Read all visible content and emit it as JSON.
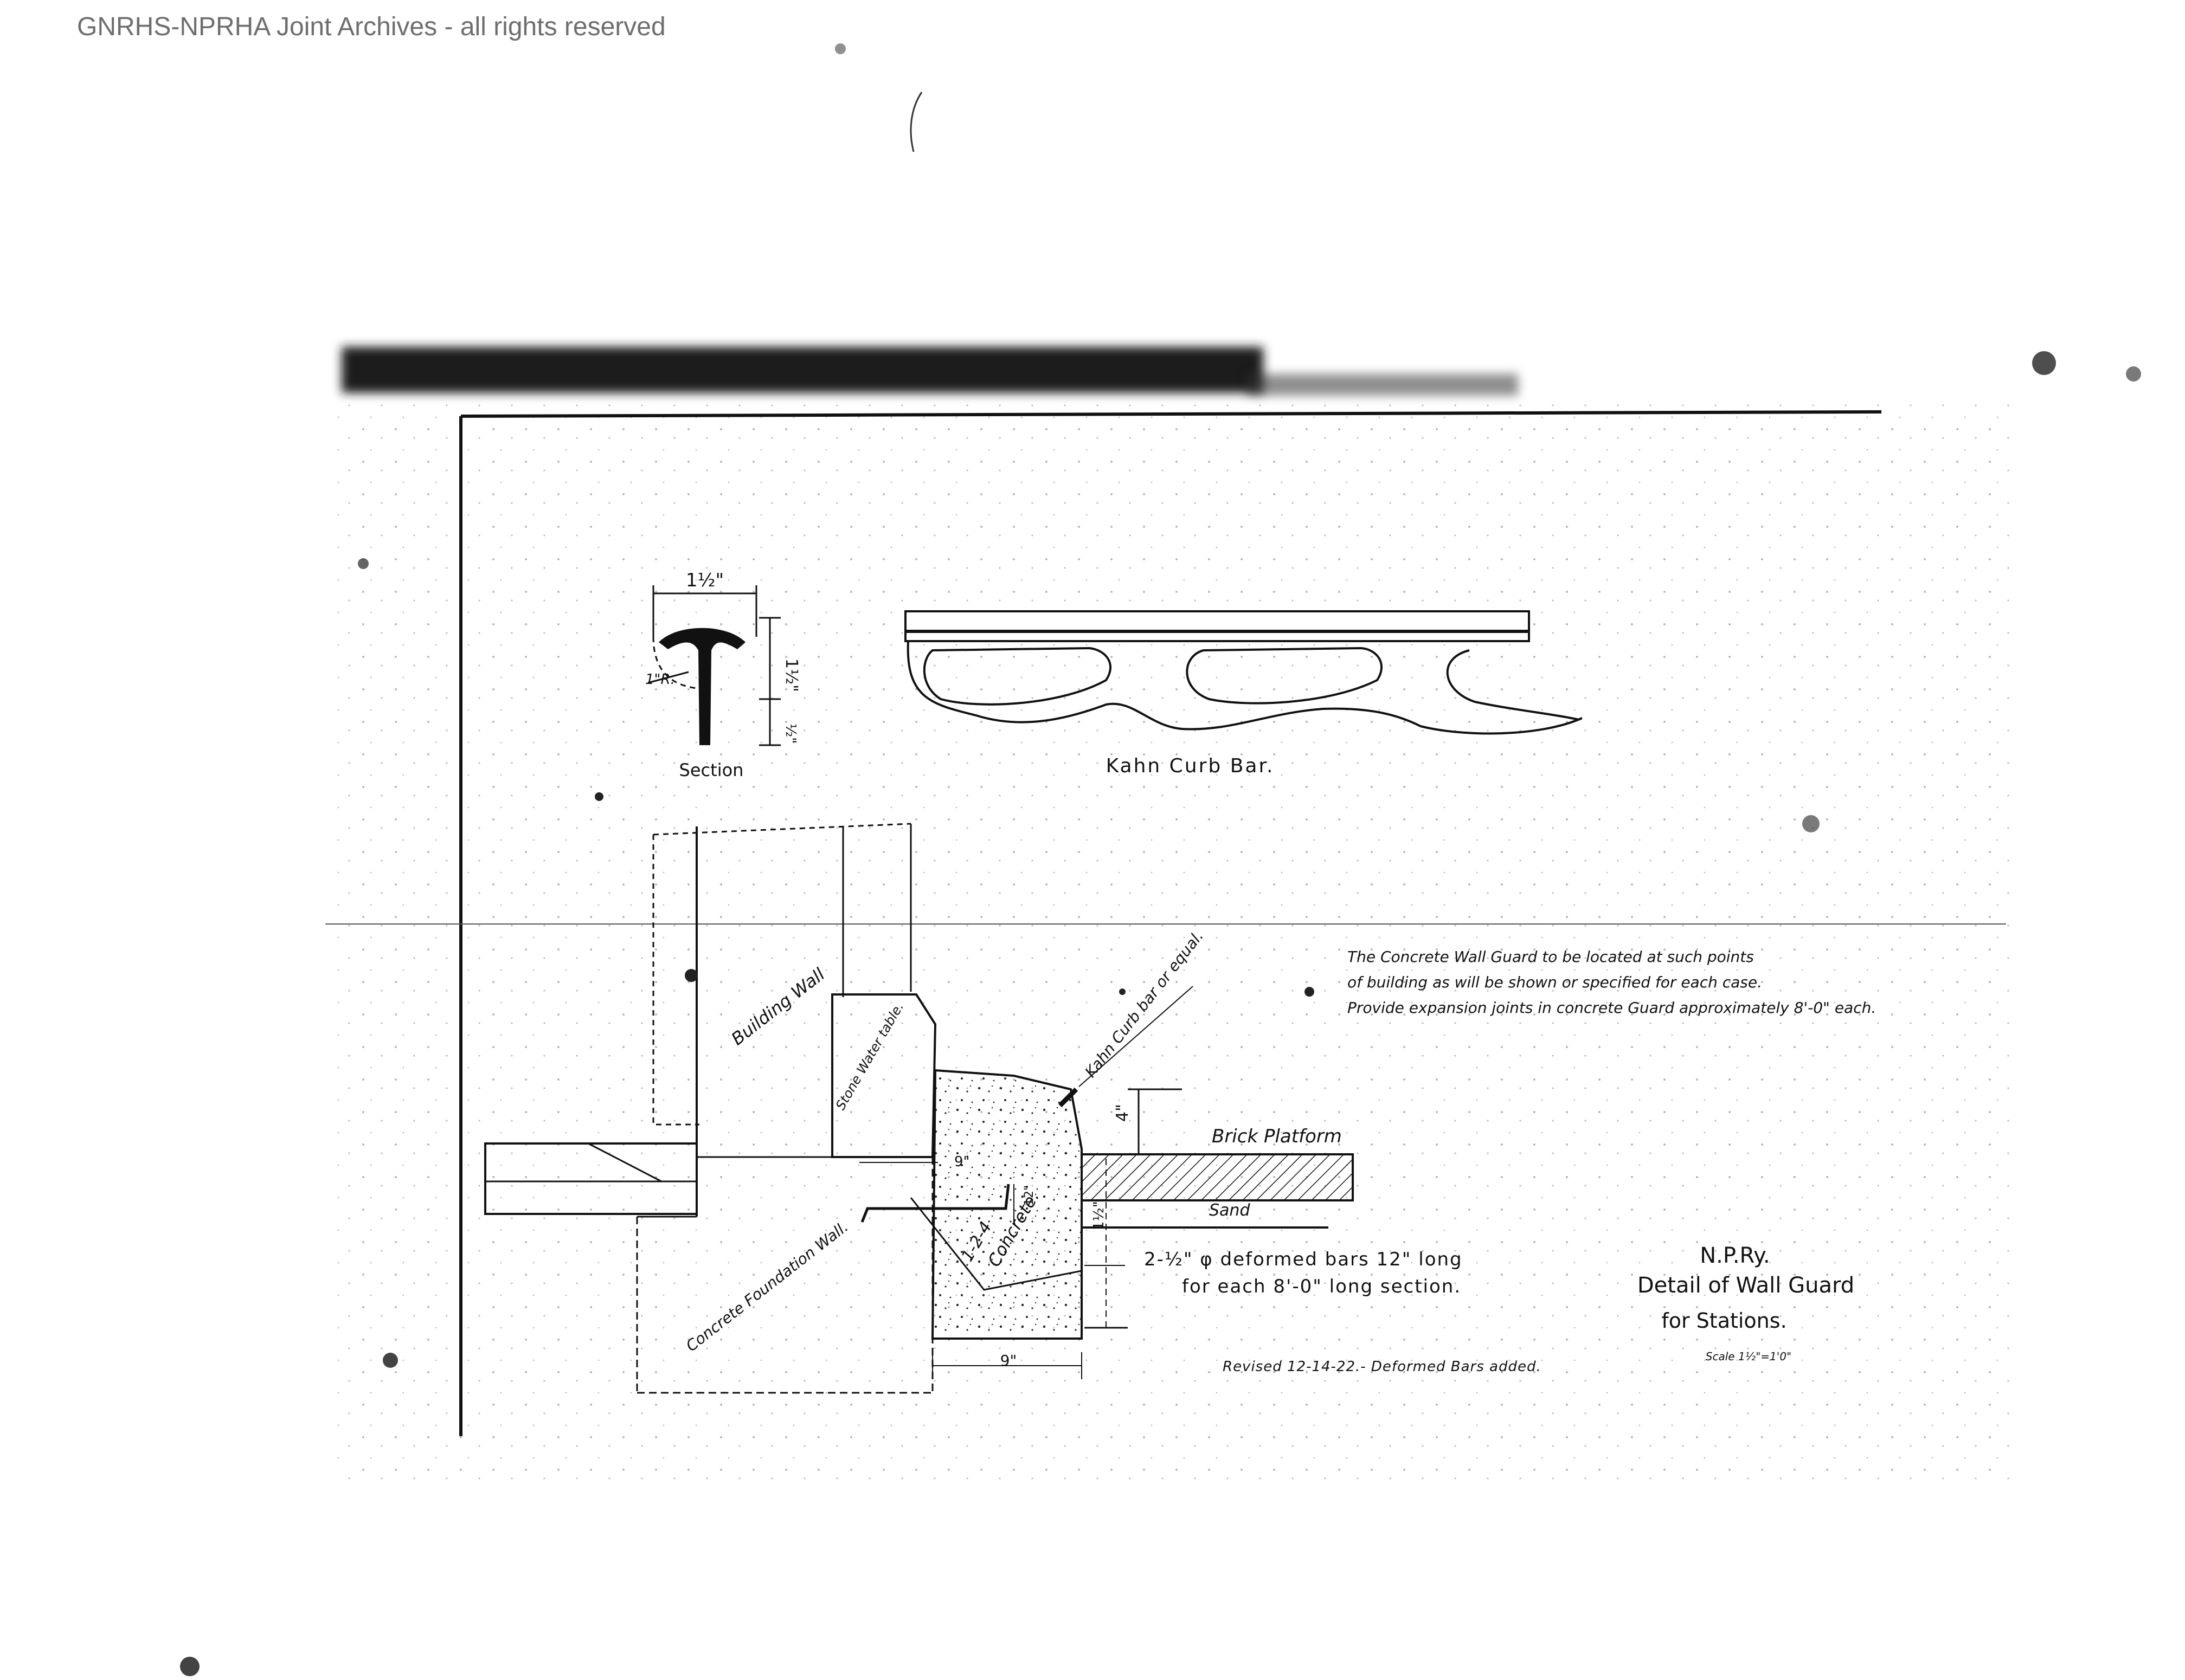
{
  "watermark": "GNRHS-NPRHA Joint Archives - all rights reserved",
  "section_detail": {
    "width_dim": "1½\"",
    "height_dim": "1½\"",
    "stem_dim": "½\"",
    "radius_label": "1\"R.",
    "caption": "Section"
  },
  "kahn_bar": {
    "caption": "Kahn Curb Bar."
  },
  "main_section": {
    "building_wall": "Building Wall",
    "stone_water_table": "Stone Water table.",
    "foundation_wall": "Concrete Foundation Wall.",
    "concrete_mix": "1-2-4",
    "concrete_word": "Concrete.",
    "kahn_ref": "Kahn Curb bar or equal.",
    "brick_platform": "Brick Platform",
    "sand": "Sand",
    "dim_height": "4\"",
    "dim_9_top": "9\"",
    "dim_9_bottom": "9\"",
    "dim_small": "12\"",
    "dim_side": "1½\"",
    "bars_line1": "2-½\" φ deformed bars 12\" long",
    "bars_line2": "for each 8'-0\" long section."
  },
  "notes": [
    "The Concrete Wall Guard to be located at such points",
    "of building as will be shown or specified for each case.",
    "Provide expansion joints in concrete Guard approximately 8'-0\" each."
  ],
  "revision": "Revised 12-14-22.- Deformed Bars added.",
  "title_block": {
    "railway": "N.P.Ry.",
    "line1": "Detail of Wall Guard",
    "line2": "for Stations.",
    "scale": "Scale 1½\"=1'0\""
  },
  "colors": {
    "ink": "#111111",
    "paper": "#ffffff",
    "smudge": "#1a1a1a",
    "watermark": "#6e6e6e"
  }
}
